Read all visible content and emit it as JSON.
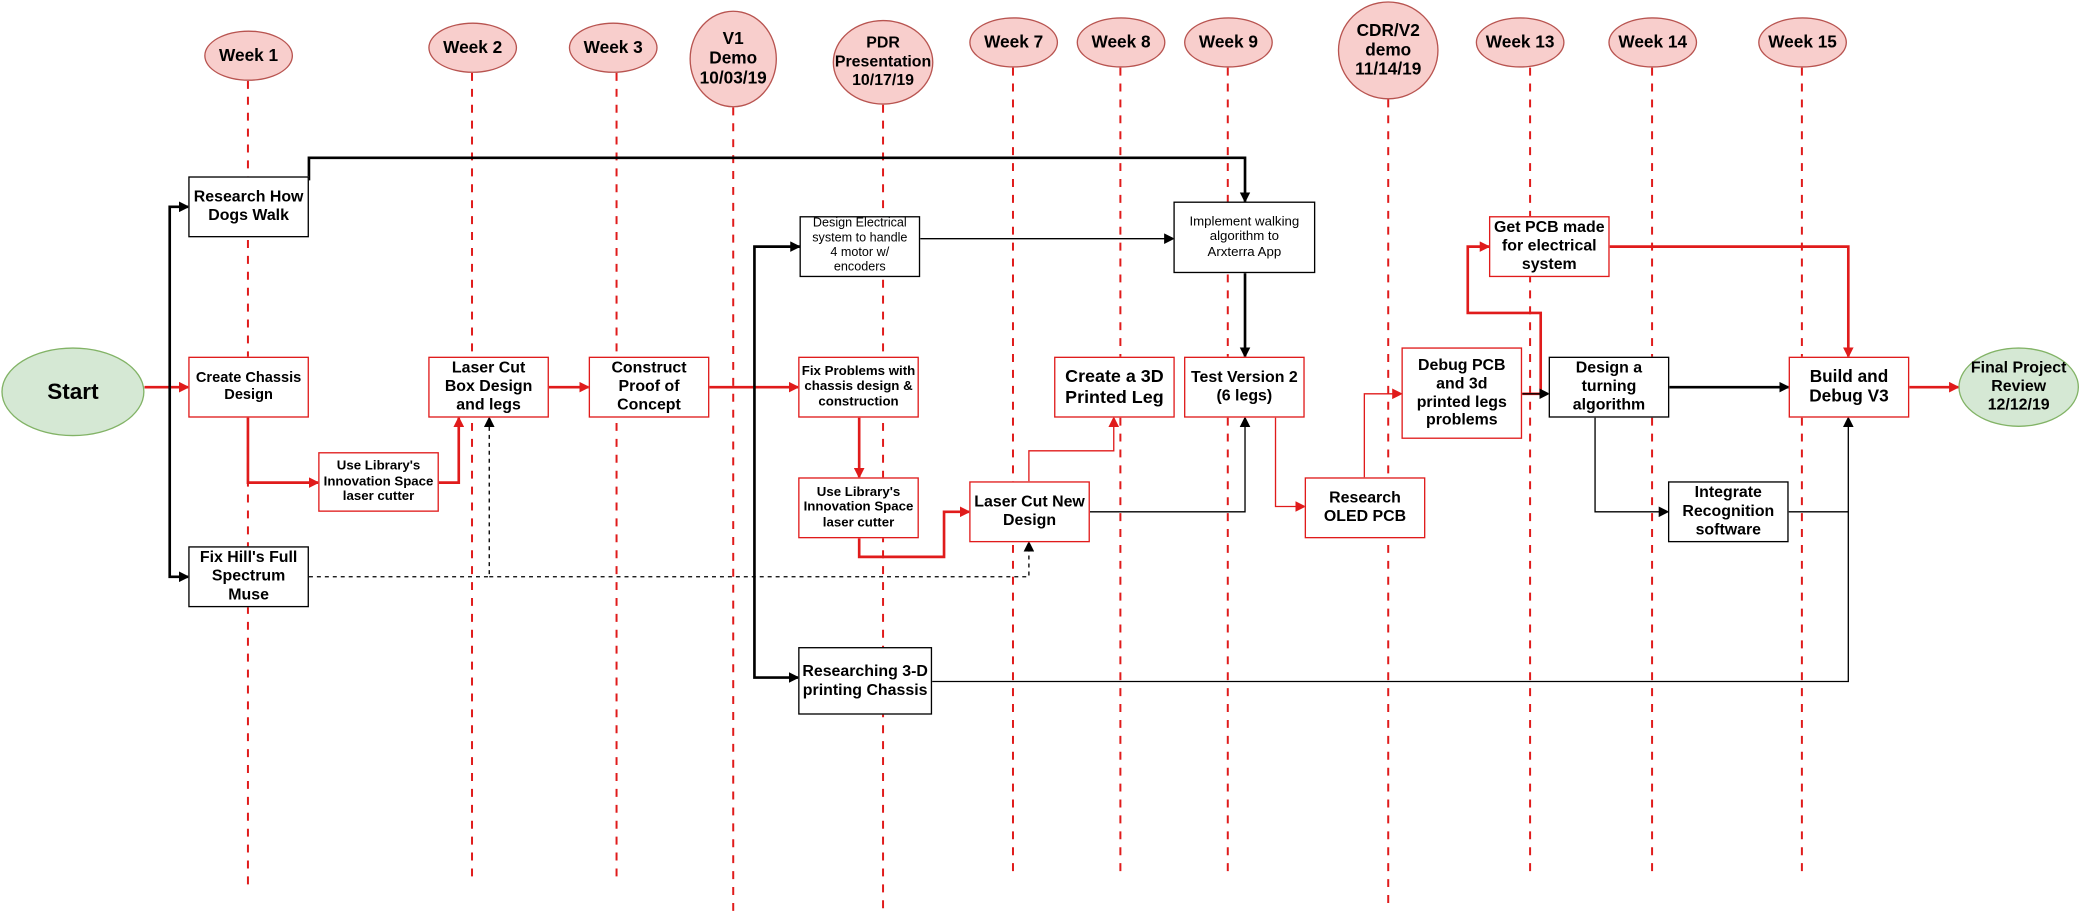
{
  "colors": {
    "red": "#e01b1b",
    "black": "#000000",
    "milestone_fill": "#f8cecc",
    "milestone_stroke": "#b85450",
    "terminal_fill": "#d5e8d4",
    "terminal_stroke": "#82b366"
  },
  "milestones": [
    {
      "id": "w1",
      "label": "Week 1"
    },
    {
      "id": "w2",
      "label": "Week 2"
    },
    {
      "id": "w3",
      "label": "Week 3"
    },
    {
      "id": "v1",
      "label": "V1\nDemo\n10/03/19"
    },
    {
      "id": "pdr",
      "label": "PDR\nPresentation\n10/17/19"
    },
    {
      "id": "w7",
      "label": "Week 7"
    },
    {
      "id": "w8",
      "label": "Week 8"
    },
    {
      "id": "w9",
      "label": "Week 9"
    },
    {
      "id": "cdr",
      "label": "CDR/V2\ndemo\n11/14/19"
    },
    {
      "id": "w13",
      "label": "Week 13"
    },
    {
      "id": "w14",
      "label": "Week 14"
    },
    {
      "id": "w15",
      "label": "Week 15"
    }
  ],
  "terminals": {
    "start": "Start",
    "end": "Final Project\nReview\n12/12/19"
  },
  "tasks": [
    {
      "id": "research_dogs",
      "label": "Research How\nDogs Walk",
      "border": "black"
    },
    {
      "id": "create_chassis",
      "label": "Create Chassis\nDesign",
      "border": "red"
    },
    {
      "id": "fix_hill",
      "label": "Fix Hill's Full\nSpectrum\nMuse",
      "border": "black"
    },
    {
      "id": "library_1",
      "label": "Use Library's\nInnovation Space\nlaser cutter",
      "border": "red"
    },
    {
      "id": "laser_box",
      "label": "Laser Cut\nBox Design\nand legs",
      "border": "red"
    },
    {
      "id": "proof",
      "label": "Construct\nProof of\nConcept",
      "border": "red"
    },
    {
      "id": "design_electrical",
      "label": "Design Electrical\nsystem to handle\n4 motor w/\nencoders",
      "border": "black"
    },
    {
      "id": "fix_problems",
      "label": "Fix Problems with\nchassis design &\nconstruction",
      "border": "red"
    },
    {
      "id": "library_2",
      "label": "Use Library's\nInnovation Space\nlaser cutter",
      "border": "red"
    },
    {
      "id": "researching_3d",
      "label": "Researching 3-D\nprinting Chassis",
      "border": "black"
    },
    {
      "id": "laser_new",
      "label": "Laser Cut New\nDesign",
      "border": "red"
    },
    {
      "id": "create_3d",
      "label": "Create a 3D\nPrinted Leg",
      "border": "red"
    },
    {
      "id": "implement_walking",
      "label": "Implement walking\nalgorithm to\nArxterra App",
      "border": "black"
    },
    {
      "id": "test_v2",
      "label": "Test Version 2\n(6 legs)",
      "border": "red"
    },
    {
      "id": "research_oled",
      "label": "Research\nOLED PCB",
      "border": "red"
    },
    {
      "id": "debug_pcb",
      "label": "Debug PCB\nand 3d\nprinted legs\nproblems",
      "border": "red"
    },
    {
      "id": "get_pcb",
      "label": "Get PCB made\nfor electrical\nsystem",
      "border": "red"
    },
    {
      "id": "turning",
      "label": "Design a\nturning\nalgorithm",
      "border": "black"
    },
    {
      "id": "integrate",
      "label": "Integrate\nRecognition\nsoftware",
      "border": "black"
    },
    {
      "id": "build_v3",
      "label": "Build and\nDebug V3",
      "border": "red"
    }
  ]
}
